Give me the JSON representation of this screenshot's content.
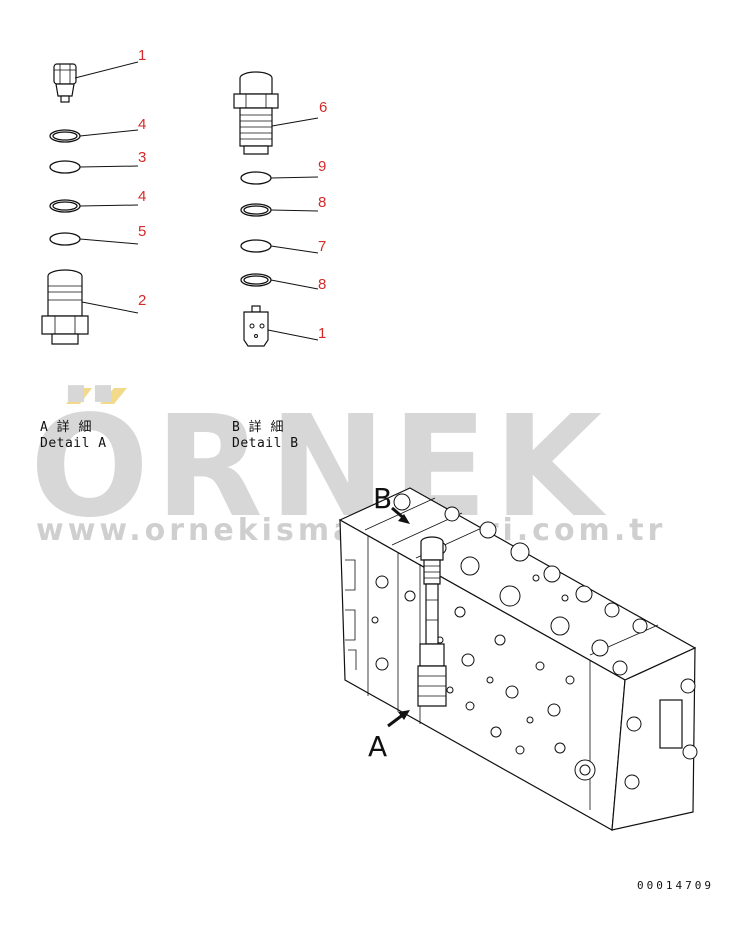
{
  "callouts": {
    "a_1": "1",
    "a_4_top": "4",
    "a_3": "3",
    "a_4_bottom": "4",
    "a_5": "5",
    "a_2": "2",
    "b_6": "6",
    "b_9": "9",
    "b_8_top": "8",
    "b_7": "7",
    "b_8_bottom": "8",
    "b_1": "1"
  },
  "details": {
    "a_line1": "A 詳 細",
    "a_line2": "Detail A",
    "b_line1": "B 詳 細",
    "b_line2": "Detail B"
  },
  "view_letters": {
    "a": "A",
    "b": "B"
  },
  "watermark": {
    "brand": "ÖRNEK",
    "url": "www.ornekismakinalari.com.tr",
    "accent_color": "#f3d98a"
  },
  "reference_number": "00014709",
  "colors": {
    "callout": "#d42a2a",
    "line": "#111111",
    "watermark": "#d7d7d7"
  }
}
